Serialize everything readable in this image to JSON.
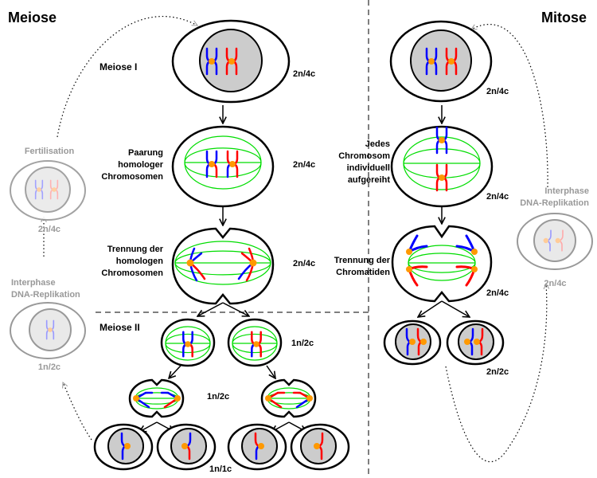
{
  "titles": {
    "meiose": "Meiose",
    "mitose": "Mitose"
  },
  "sections": {
    "meiose_1": "Meiose I",
    "meiose_2": "Meiose II"
  },
  "meiose_labels": {
    "pairing": [
      "Paarung",
      "homologer",
      "Chromosomen"
    ],
    "separation": [
      "Trennung der",
      "homologen",
      "Chromosomen"
    ]
  },
  "mitose_labels": {
    "alignment": [
      "Jedes",
      "Chromosom",
      "individuell",
      "aufgereiht"
    ],
    "separation": [
      "Trennung der",
      "Chromatiden"
    ]
  },
  "side_labels": {
    "fertilisation": "Fertilisation",
    "interphase_left": [
      "Interphase",
      "DNA-Replikation"
    ],
    "interphase_right": [
      "Interphase",
      "DNA-Replikation"
    ]
  },
  "ploidy": {
    "m1_start": "2n/4c",
    "m1_pairing": "2n/4c",
    "m1_separation": "2n/4c",
    "m2_start": "1n/2c",
    "m2_separation": "1n/2c",
    "m2_end": "1n/1c",
    "fertilisation": "2n/4c",
    "interphase_left": "1n/2c",
    "mit_start": "2n/4c",
    "mit_alignment": "2n/4c",
    "mit_separation": "2n/4c",
    "mit_end": "2n/2c",
    "interphase_right": "2n/4c"
  },
  "colors": {
    "maternal": "#0000ff",
    "paternal": "#ff0000",
    "centromere": "#ff9900",
    "spindle": "#00dd00",
    "nucleus": "#cccccc",
    "faded": "#999999"
  }
}
